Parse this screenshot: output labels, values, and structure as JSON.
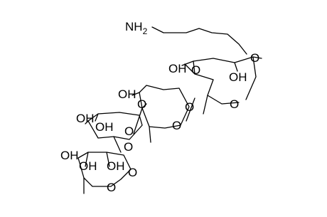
{
  "molecule": {
    "amine": {
      "symbol": "NH",
      "subscript": "2"
    },
    "oxygen_symbol": "O",
    "hydroxyl_label": "OH"
  }
}
